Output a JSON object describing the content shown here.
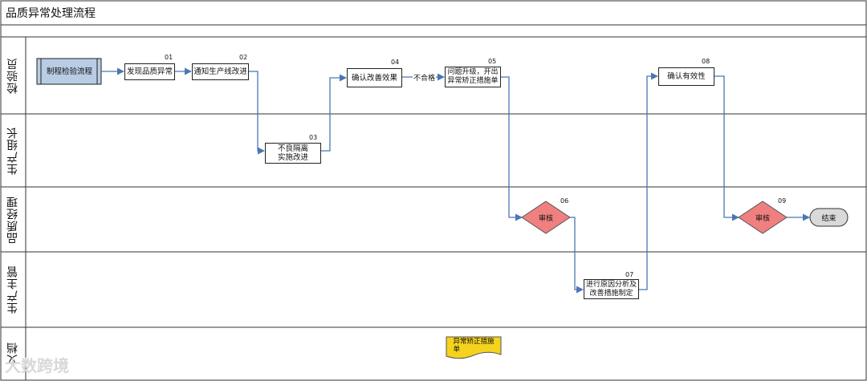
{
  "title": "品质异常处理流程",
  "lanes": [
    "检验员",
    "生产组长",
    "品质经理",
    "生产主管",
    "文档"
  ],
  "nodes": {
    "start": {
      "label": "制程检验流程"
    },
    "n01": {
      "label": "发现品质异常",
      "num": "01"
    },
    "n02": {
      "label": "通知生产线改进",
      "num": "02"
    },
    "n03": {
      "label": "不良隔离\n实施改进",
      "num": "03"
    },
    "n04": {
      "label": "确认改善效果",
      "num": "04"
    },
    "n05": {
      "label": "问题升级，开出\n异常矫正措施单",
      "num": "05"
    },
    "n06": {
      "label": "审核",
      "num": "06"
    },
    "n07": {
      "label": "进行原因分析及\n改善措施制定",
      "num": "07"
    },
    "n08": {
      "label": "确认有效性",
      "num": "08"
    },
    "n09": {
      "label": "审核",
      "num": "09"
    },
    "end": {
      "label": "结束"
    },
    "doc": {
      "label": "异常矫正措施\n单"
    }
  },
  "edges": {
    "fail_label": "不合格"
  },
  "watermark": "大数跨境",
  "colors": {
    "line": "#4a76b5",
    "start_fill": "#b8cce4",
    "diamond_fill": "#f08080",
    "end_fill": "#d9d9d9",
    "doc_fill": "#f5d21e"
  }
}
